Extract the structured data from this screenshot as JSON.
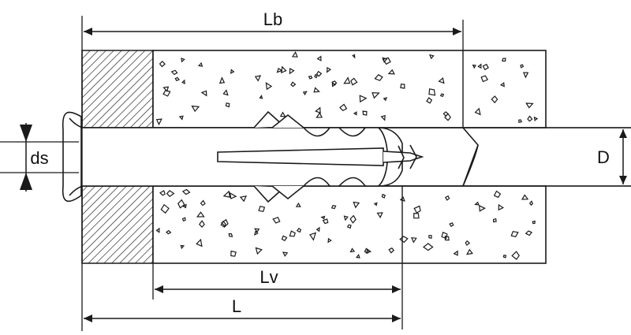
{
  "diagram": {
    "labels": {
      "lb": "Lb",
      "lv": "Lv",
      "l": "L",
      "ds": "ds",
      "d": "D"
    },
    "colors": {
      "line": "#1a1a1a",
      "background": "#ffffff"
    }
  }
}
